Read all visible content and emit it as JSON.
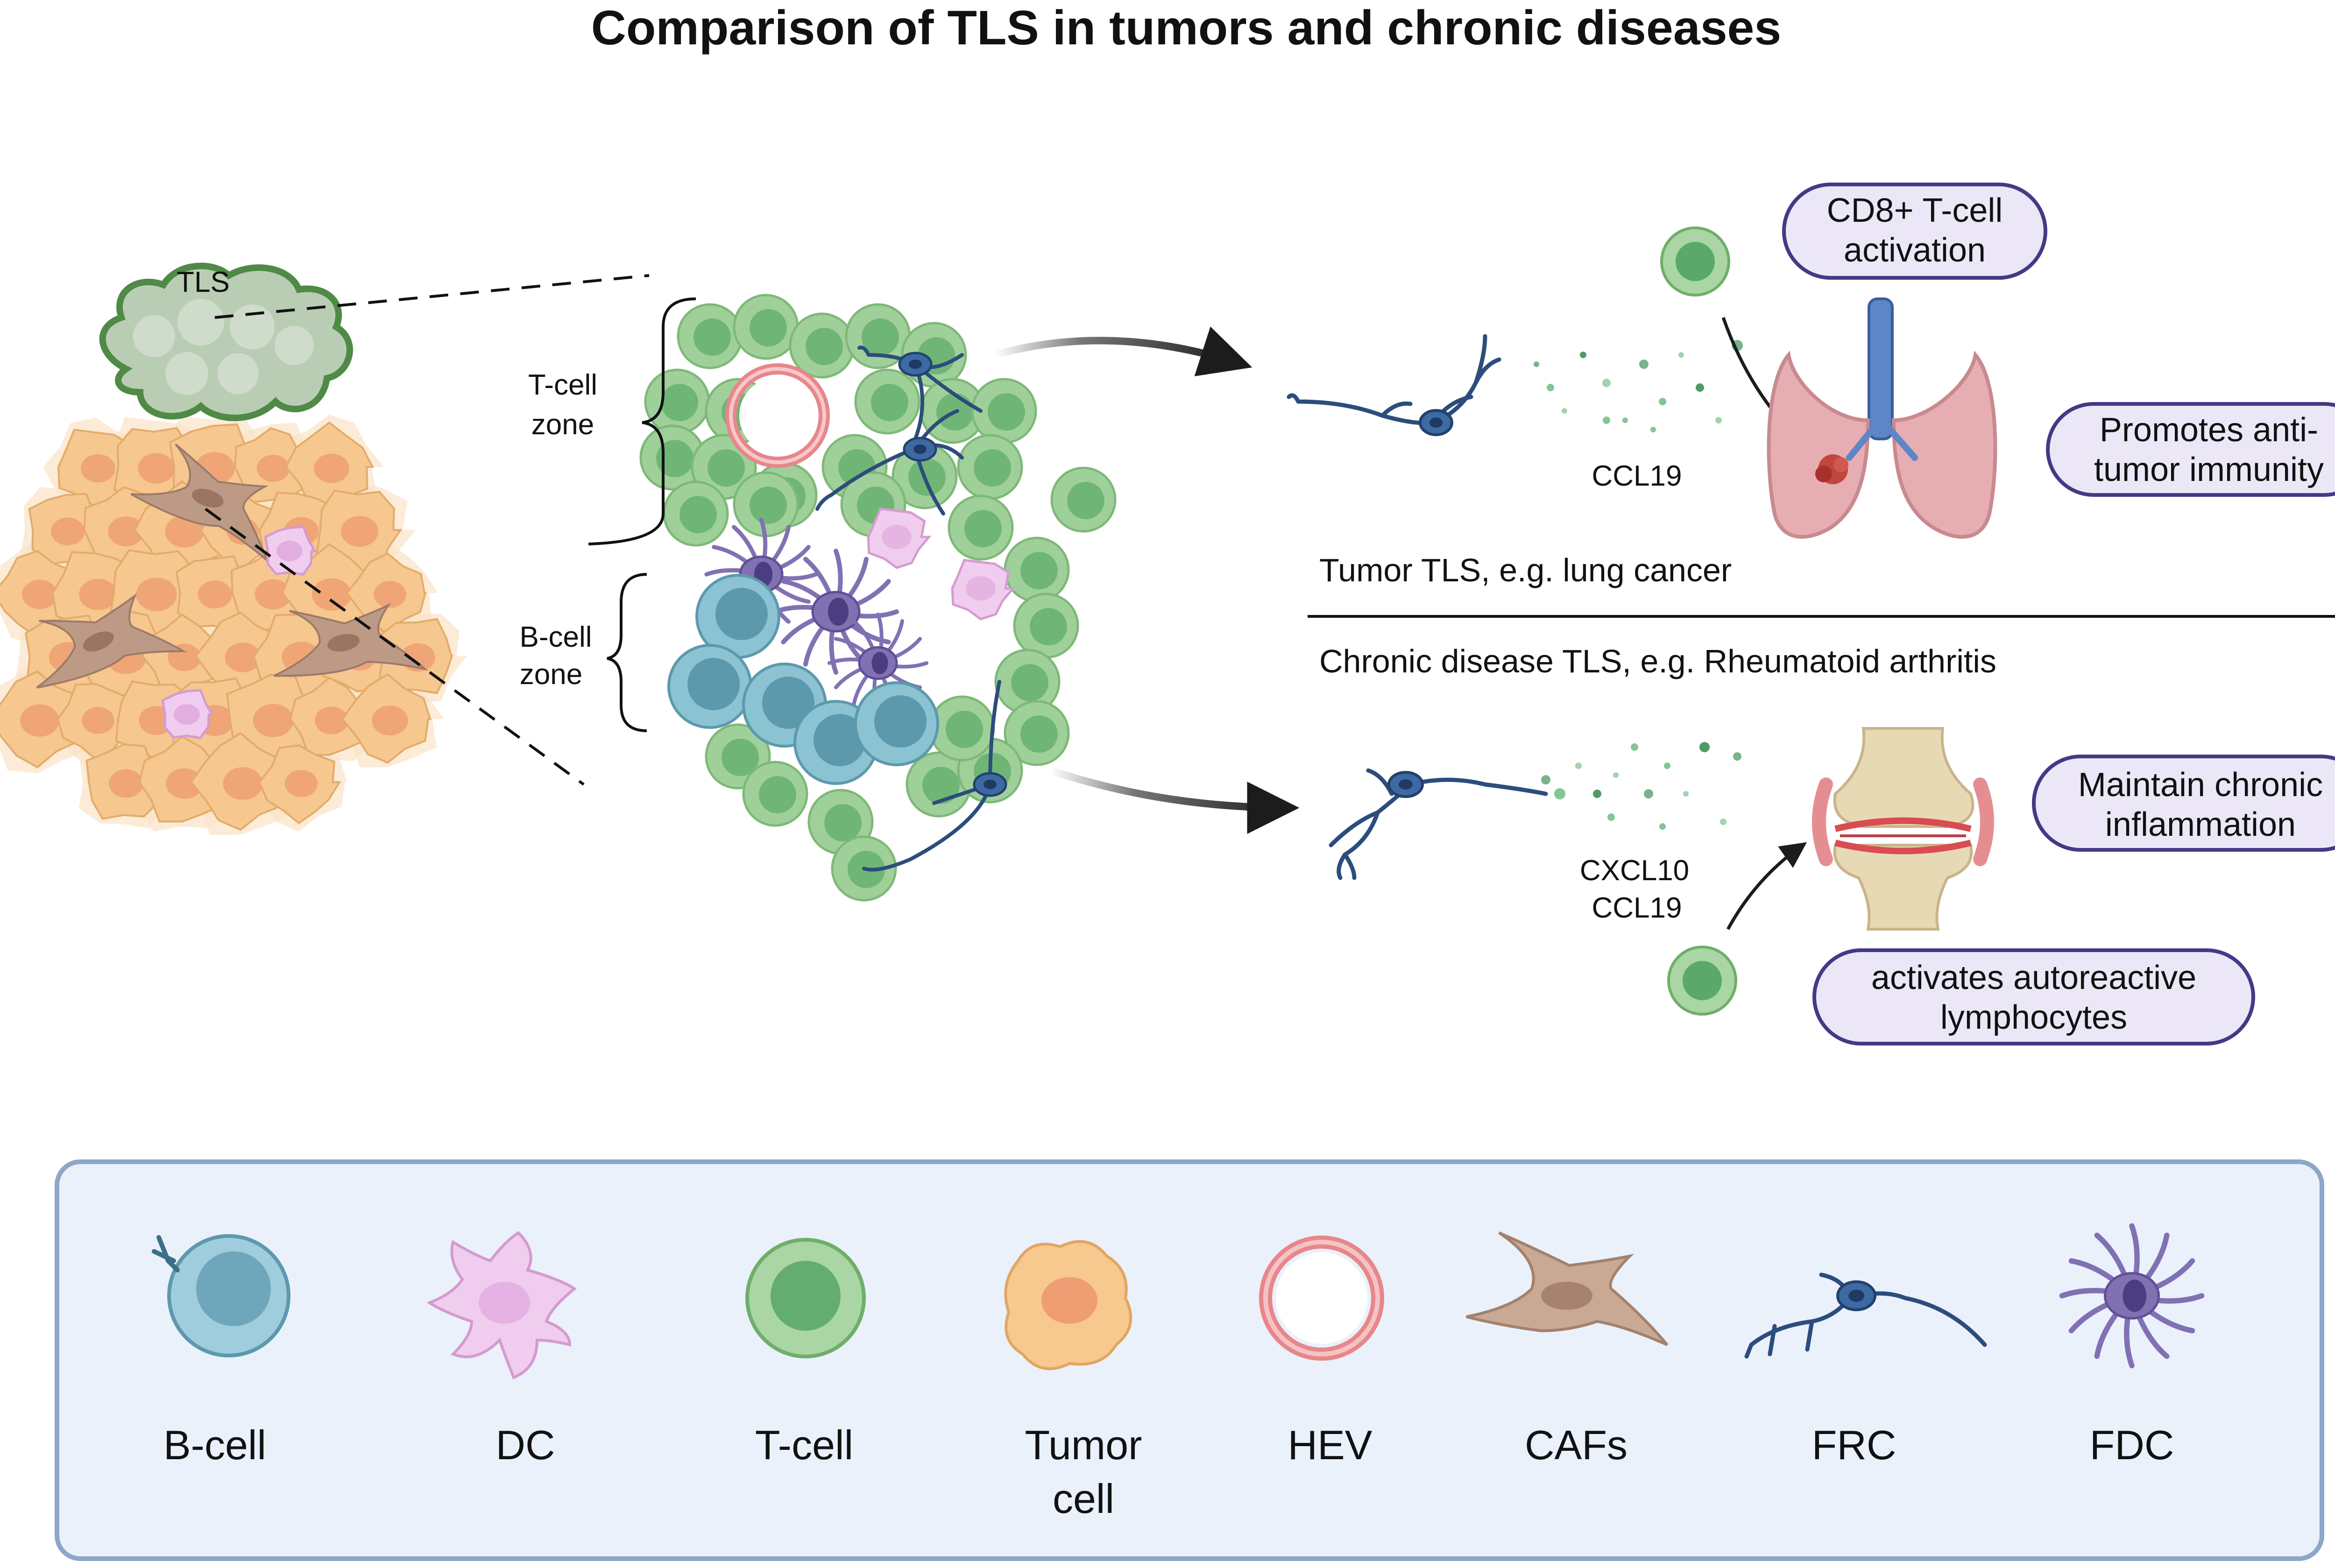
{
  "title": "Comparison of TLS in tumors and chronic diseases",
  "labels": {
    "tls": "TLS",
    "t_zone_line1": "T-cell",
    "t_zone_line2": "zone",
    "b_zone_line1": "B-cell",
    "b_zone_line2": "zone",
    "ccl19_top": "CCL19",
    "cxcl10": "CXCL10",
    "ccl19_bottom": "CCL19",
    "tumor_tls": "Tumor TLS, e.g. lung cancer",
    "chronic_tls": "Chronic disease TLS, e.g. Rheumatoid arthritis"
  },
  "outcomes": {
    "cd8_line1": "CD8+ T-cell",
    "cd8_line2": "activation",
    "antitumor_line1": "Promotes anti-",
    "antitumor_line2": "tumor immunity",
    "inflammation_line1": "Maintain chronic",
    "inflammation_line2": "inflammation",
    "autoreactive_line1": "activates autoreactive",
    "autoreactive_line2": "lymphocytes"
  },
  "legend": {
    "items": [
      "B-cell",
      "DC",
      "T-cell",
      "Tumor",
      "HEV",
      "CAFs",
      "FRC",
      "FDC"
    ],
    "tumor_line2": "cell"
  },
  "colors": {
    "t_cell": "#9fd09a",
    "t_cell_nucleus": "#6fb676",
    "b_cell": "#8cc3d3",
    "b_cell_nucleus": "#5d99ad",
    "tumor_cell": "#f6c78e",
    "tumor_nucleus": "#ee9f72",
    "dc": "#f0cdee",
    "hev": "#e8868a",
    "caf": "#bd9a86",
    "frc": "#2c4d7c",
    "fdc": "#8171b3",
    "pill_fill": "#ebe7f6",
    "pill_stroke": "#433a85",
    "legend_fill": "#eaf1fb",
    "legend_stroke": "#8da6c9"
  }
}
